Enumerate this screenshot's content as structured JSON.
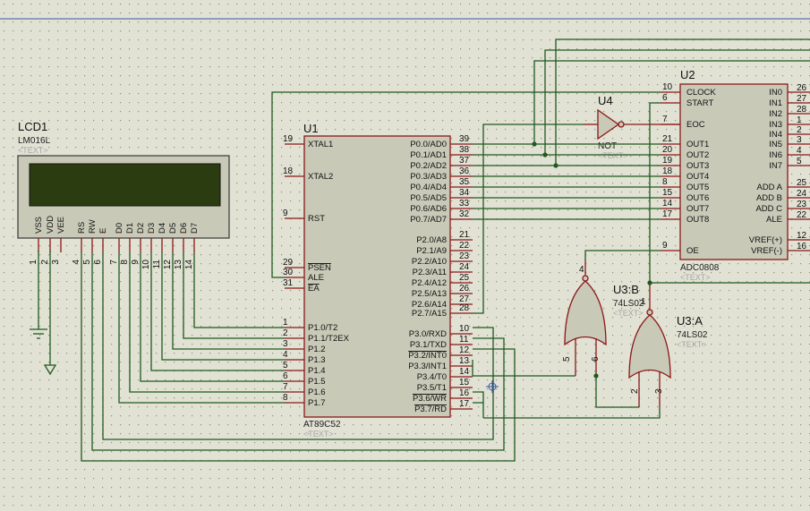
{
  "colors": {
    "background": "#e1e1d4",
    "wire": "#1f5a1f",
    "component_outline": "#8b1818",
    "component_body": "#c9c9b8",
    "lcd_screen": "#2b3d10",
    "top_line": "#3a56a8"
  },
  "lcd": {
    "ref": "LCD1",
    "type": "LM016L",
    "placeholder": "<TEXT>",
    "pin_labels": [
      "VSS",
      "VDD",
      "VEE",
      "RS",
      "RW",
      "E",
      "D0",
      "D1",
      "D2",
      "D3",
      "D4",
      "D5",
      "D6",
      "D7"
    ],
    "pin_numbers": [
      "1",
      "2",
      "3",
      "4",
      "5",
      "6",
      "7",
      "8",
      "9",
      "10",
      "11",
      "12",
      "13",
      "14"
    ]
  },
  "u1": {
    "ref": "U1",
    "type": "AT89C52",
    "placeholder": "<TEXT>",
    "left_pins": [
      {
        "num": "19",
        "name": "XTAL1"
      },
      {
        "num": "18",
        "name": "XTAL2"
      },
      {
        "num": "9",
        "name": "RST"
      },
      {
        "num": "29",
        "name": "PSEN"
      },
      {
        "num": "30",
        "name": "ALE"
      },
      {
        "num": "31",
        "name": "EA"
      },
      {
        "num": "1",
        "name": "P1.0/T2"
      },
      {
        "num": "2",
        "name": "P1.1/T2EX"
      },
      {
        "num": "3",
        "name": "P1.2"
      },
      {
        "num": "4",
        "name": "P1.3"
      },
      {
        "num": "5",
        "name": "P1.4"
      },
      {
        "num": "6",
        "name": "P1.5"
      },
      {
        "num": "7",
        "name": "P1.6"
      },
      {
        "num": "8",
        "name": "P1.7"
      }
    ],
    "right_pins": [
      {
        "num": "39",
        "name": "P0.0/AD0"
      },
      {
        "num": "38",
        "name": "P0.1/AD1"
      },
      {
        "num": "37",
        "name": "P0.2/AD2"
      },
      {
        "num": "36",
        "name": "P0.3/AD3"
      },
      {
        "num": "35",
        "name": "P0.4/AD4"
      },
      {
        "num": "34",
        "name": "P0.5/AD5"
      },
      {
        "num": "33",
        "name": "P0.6/AD6"
      },
      {
        "num": "32",
        "name": "P0.7/AD7"
      },
      {
        "num": "21",
        "name": "P2.0/A8"
      },
      {
        "num": "22",
        "name": "P2.1/A9"
      },
      {
        "num": "23",
        "name": "P2.2/A10"
      },
      {
        "num": "24",
        "name": "P2.3/A11"
      },
      {
        "num": "25",
        "name": "P2.4/A12"
      },
      {
        "num": "26",
        "name": "P2.5/A13"
      },
      {
        "num": "27",
        "name": "P2.6/A14"
      },
      {
        "num": "28",
        "name": "P2.7/A15"
      },
      {
        "num": "10",
        "name": "P3.0/RXD"
      },
      {
        "num": "11",
        "name": "P3.1/TXD"
      },
      {
        "num": "12",
        "name": "P3.2/INT0"
      },
      {
        "num": "13",
        "name": "P3.3/INT1"
      },
      {
        "num": "14",
        "name": "P3.4/T0"
      },
      {
        "num": "15",
        "name": "P3.5/T1"
      },
      {
        "num": "16",
        "name": "P3.6/WR"
      },
      {
        "num": "17",
        "name": "P3.7/RD"
      }
    ]
  },
  "u2": {
    "ref": "U2",
    "type": "ADC0808",
    "placeholder": "<TEXT>",
    "left_pins": [
      {
        "num": "10",
        "name": "CLOCK"
      },
      {
        "num": "6",
        "name": "START"
      },
      {
        "num": "7",
        "name": "EOC"
      },
      {
        "num": "21",
        "name": "OUT1"
      },
      {
        "num": "20",
        "name": "OUT2"
      },
      {
        "num": "19",
        "name": "OUT3"
      },
      {
        "num": "18",
        "name": "OUT4"
      },
      {
        "num": "8",
        "name": "OUT5"
      },
      {
        "num": "15",
        "name": "OUT6"
      },
      {
        "num": "14",
        "name": "OUT7"
      },
      {
        "num": "17",
        "name": "OUT8"
      },
      {
        "num": "9",
        "name": "OE"
      }
    ],
    "right_pins": [
      {
        "num": "26",
        "name": "IN0"
      },
      {
        "num": "27",
        "name": "IN1"
      },
      {
        "num": "28",
        "name": "IN2"
      },
      {
        "num": "1",
        "name": "IN3"
      },
      {
        "num": "2",
        "name": "IN4"
      },
      {
        "num": "3",
        "name": "IN5"
      },
      {
        "num": "4",
        "name": "IN6"
      },
      {
        "num": "5",
        "name": "IN7"
      },
      {
        "num": "25",
        "name": "ADD A"
      },
      {
        "num": "24",
        "name": "ADD B"
      },
      {
        "num": "23",
        "name": "ADD C"
      },
      {
        "num": "22",
        "name": "ALE"
      },
      {
        "num": "12",
        "name": "VREF(+)"
      },
      {
        "num": "16",
        "name": "VREF(-)"
      }
    ]
  },
  "u4": {
    "ref": "U4",
    "type": "NOT",
    "placeholder": "<TEXT>"
  },
  "u3b": {
    "ref": "U3:B",
    "type": "74LS02",
    "placeholder": "<TEXT>",
    "pins": [
      "4",
      "5",
      "6"
    ]
  },
  "u3a": {
    "ref": "U3:A",
    "type": "74LS02",
    "placeholder": "<TEXT>",
    "pins": [
      "1",
      "2",
      "3"
    ]
  }
}
